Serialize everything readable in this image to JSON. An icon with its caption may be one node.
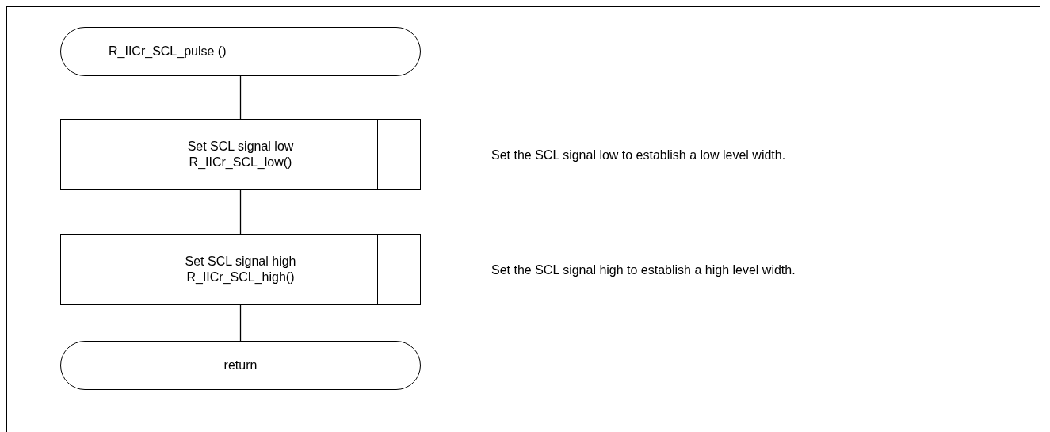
{
  "diagram": {
    "nodes": [
      {
        "text": [
          "R_IICr_SCL_pulse ()"
        ]
      },
      {
        "text": [
          "Set SCL signal low R_IICr_SCL_low()"
        ]
      },
      {
        "text": [
          "Set SCL signal high R_IICr_SCL_high()"
        ]
      },
      {
        "text": [
          "return"
        ]
      }
    ],
    "edges": [
      {
        "from": 0,
        "to": 1,
        "arrow": "none"
      },
      {
        "from": 1,
        "to": 2,
        "arrow": "none"
      },
      {
        "from": 2,
        "to": 3,
        "arrow": "none"
      }
    ],
    "labels": [
      "Set the SCL signal low to establish a low level width.",
      "Set the SCL signal high to establish a high level width."
    ]
  }
}
